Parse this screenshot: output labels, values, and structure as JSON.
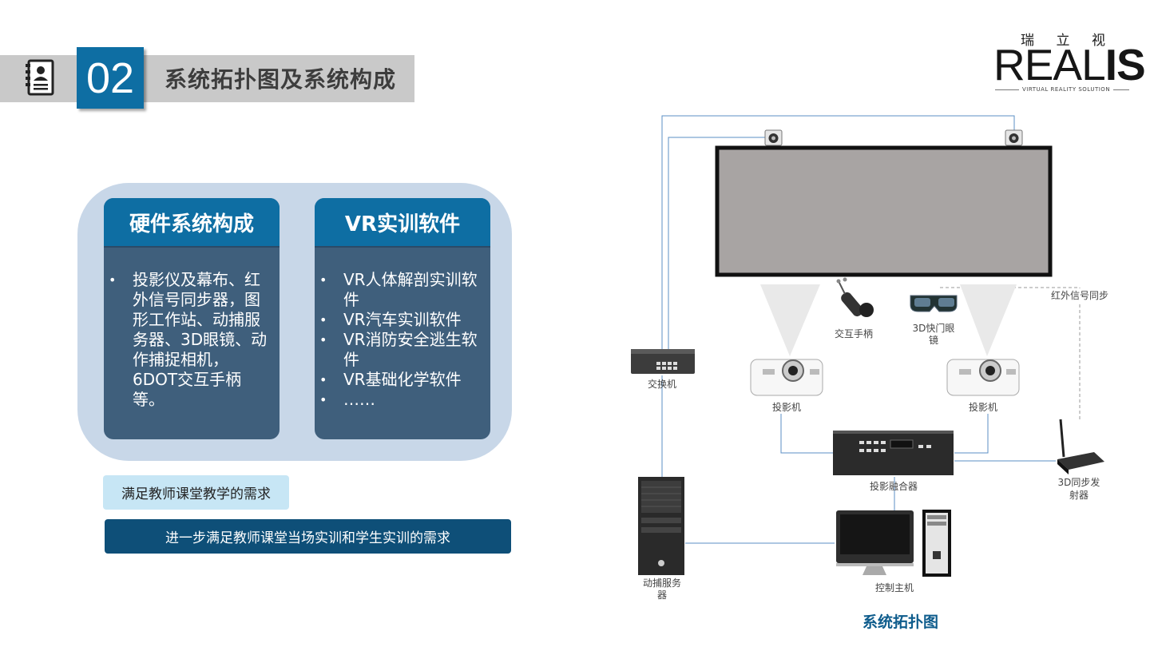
{
  "header": {
    "number": "02",
    "title": "系统拓扑图及系统构成"
  },
  "logo": {
    "cn_chars": [
      "瑞",
      "立",
      "视"
    ],
    "main_light": "REAL",
    "main_bold": "IS",
    "tagline": "VIRTUAL REALITY SOLUTION"
  },
  "cards": {
    "hardware": {
      "title": "硬件系统构成",
      "items": [
        "投影仪及幕布、红外信号同步器，图形工作站、动捕服务器、3D眼镜、动作捕捉相机，6DOT交互手柄等。"
      ]
    },
    "software": {
      "title": "VR实训软件",
      "items": [
        "VR人体解剖实训软件",
        "VR汽车实训软件",
        "VR消防安全逃生软件",
        "VR基础化学软件",
        "……"
      ]
    }
  },
  "requirements": {
    "basic": "满足教师课堂教学的需求",
    "advanced": "进一步满足教师课堂当场实训和学生实训的需求"
  },
  "diagram": {
    "title": "系统拓扑图",
    "labels": {
      "switch": "交换机",
      "controller": "交互手柄",
      "glasses_line1": "3D快门眼",
      "glasses_line2": "镜",
      "ir_sync": "红外信号同步",
      "projector_left": "投影机",
      "projector_right": "投影机",
      "fusion": "投影融合器",
      "emitter_line1": "3D同步发",
      "emitter_line2": "射器",
      "mocap_line1": "动捕服务",
      "mocap_line2": "器",
      "host": "控制主机"
    }
  },
  "colors": {
    "accent_blue": "#0e6ea3",
    "card_body": "#3f5f7c",
    "panel_bg": "#c8d7e8",
    "dark_blue_bar": "#0e4f78"
  }
}
